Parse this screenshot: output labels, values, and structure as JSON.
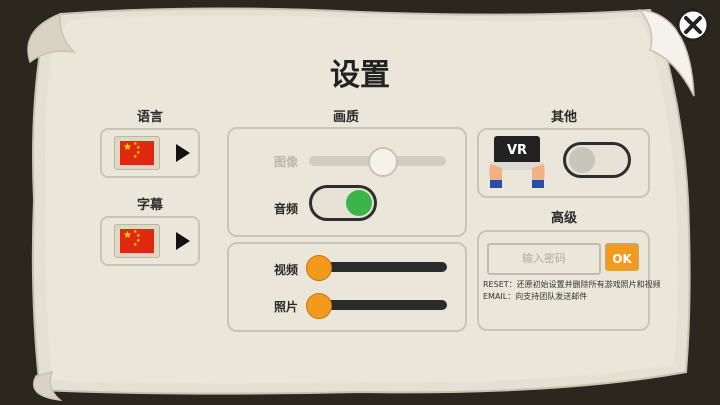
{
  "title": "设置",
  "language": {
    "label": "语言",
    "flag": "china-flag-icon"
  },
  "subtitles": {
    "label": "字幕",
    "flag": "china-flag-icon"
  },
  "quality": {
    "label": "画质",
    "image_label": "图像",
    "image_level": 0.55,
    "audio_label": "音频",
    "audio_on": true
  },
  "media": {
    "video_label": "视频",
    "video_level": 0.0,
    "photo_label": "照片",
    "photo_level": 0.0
  },
  "other": {
    "label": "其他",
    "vr_label": "VR",
    "vr_on": false
  },
  "advanced": {
    "label": "高级",
    "password_placeholder": "输入密码",
    "ok_label": "OK",
    "note_reset": "RESET：还原初始设置并删除所有游戏照片和视频",
    "note_email": "EMAIL：向支持团队发送邮件"
  },
  "colors": {
    "accent_orange": "#f39a1c",
    "toggle_green": "#3bb54a",
    "background": "#2b271e",
    "paper": "#eae7da"
  }
}
